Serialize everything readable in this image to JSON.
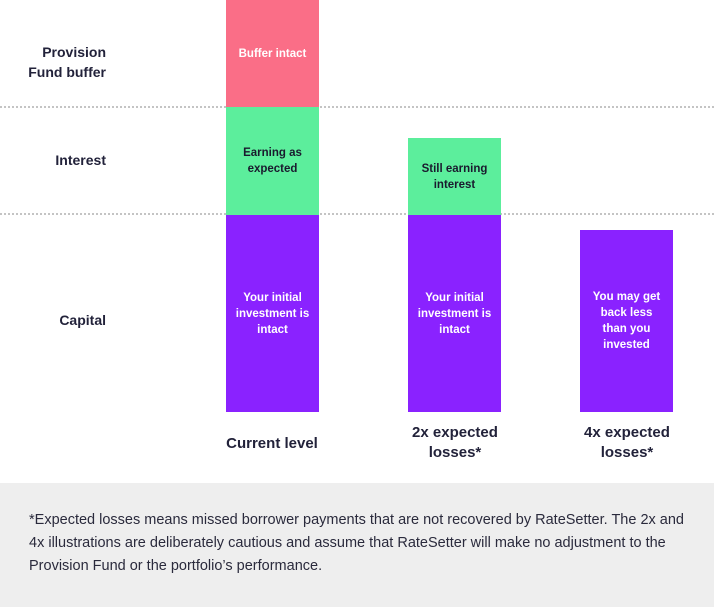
{
  "rows": {
    "buffer": "Provision Fund buffer",
    "interest": "Interest",
    "capital": "Capital"
  },
  "columns": {
    "current": {
      "label": "Current level",
      "buffer_text": "Buffer intact",
      "interest_text": "Earning as expected",
      "capital_text": "Your initial investment is intact"
    },
    "two_x": {
      "label": "2x expected losses*",
      "interest_text": "Still earning interest",
      "capital_text": "Your initial investment is intact"
    },
    "four_x": {
      "label": "4x expected losses*",
      "capital_text": "You may get back less than you invested"
    }
  },
  "colors": {
    "buffer": "#fa6e87",
    "interest": "#5cee9c",
    "capital": "#8a22ff",
    "footnote_bg": "#eeeeee"
  },
  "footnote": "*Expected losses means missed borrower payments that are not recovered by RateSetter. The 2x and 4x illustrations are deliberately cautious and assume that RateSetter will make no adjustment to the Provision Fund or the portfolio’s performance."
}
